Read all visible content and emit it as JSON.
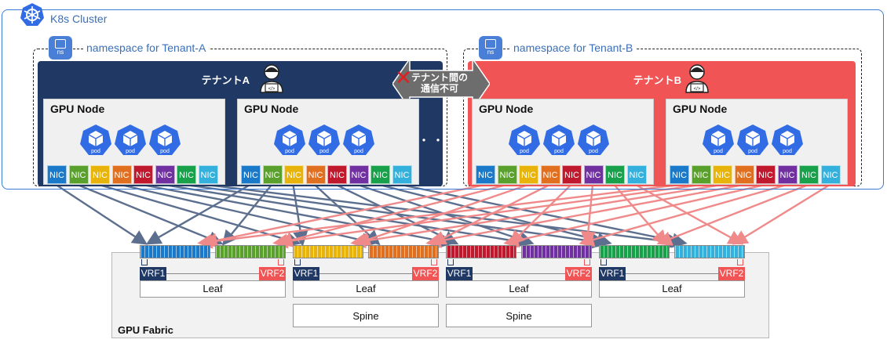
{
  "cluster": {
    "label": "K8s Cluster"
  },
  "namespaces": [
    {
      "label": "namespace for Tenant-A",
      "icon_label": "ns"
    },
    {
      "label": "namespace for Tenant-B",
      "icon_label": "ns"
    }
  ],
  "tenants": [
    {
      "title": "テナントA",
      "color": "#1f3864"
    },
    {
      "title": "テナントB",
      "color": "#f05454"
    }
  ],
  "gpu_node_title": "GPU Node",
  "pod_label": "pod",
  "nic_label": "NIC",
  "ellipsis": "・・・",
  "isolation": {
    "line1": "テナント間の",
    "line2": "通信不可",
    "mark": "✕"
  },
  "nic_colors": [
    "#1a7ac9",
    "#5aa02c",
    "#e8b40c",
    "#e07020",
    "#c0182c",
    "#7030a0",
    "#18a04a",
    "#34b0dc"
  ],
  "vrf": {
    "vrf1": "VRF1",
    "vrf2": "VRF2",
    "vrf1_color": "#1f3864",
    "vrf2_color": "#f05454"
  },
  "leaf_label": "Leaf",
  "spine_label": "Spine",
  "fabric": {
    "title": "GPU Fabric"
  },
  "link_colors": {
    "tenant_a": "#5d6f8e",
    "tenant_b": "#f08a8a"
  }
}
